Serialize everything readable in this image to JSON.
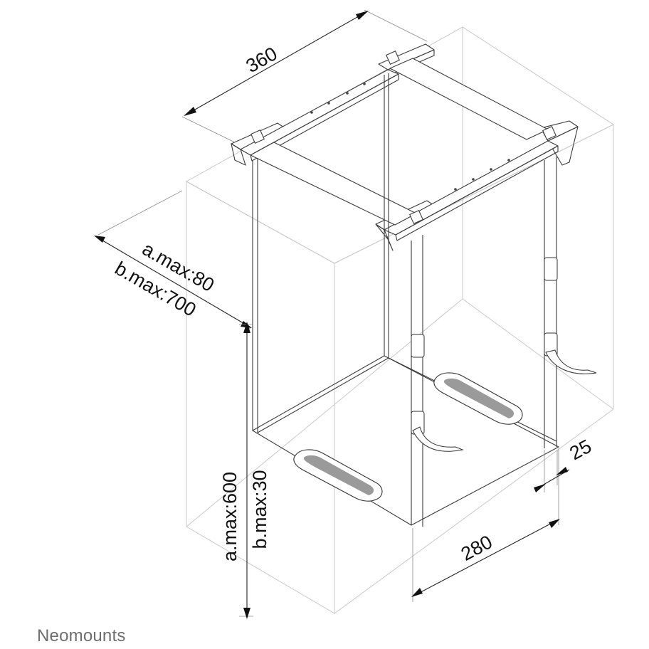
{
  "dimensions": {
    "width_top": "360",
    "depth_a": "a.max:80",
    "depth_b": "b.max:700",
    "height_a": "a.max:600",
    "height_b": "b.max:30",
    "width_bottom": "280",
    "foot_gap": "25"
  },
  "brand": "Neomounts",
  "colors": {
    "line": "#3a3a3a",
    "ghost_box": "#c8c8c8",
    "dimension": "#222222",
    "brand_text": "#6e6e6e"
  }
}
